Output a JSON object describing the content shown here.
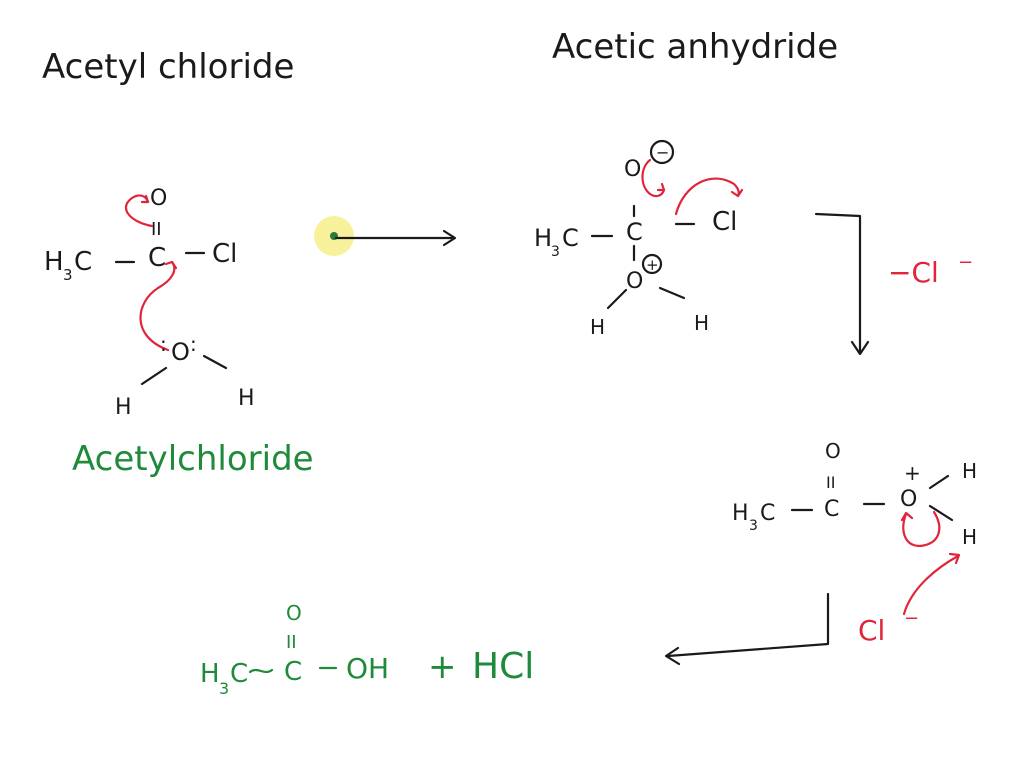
{
  "headings": {
    "left": "Acetyl chloride",
    "right": "Acetic anhydride"
  },
  "reactant": {
    "h3": "H",
    "sub3": "3",
    "c_ch3": "C",
    "carbonyl_c": "C",
    "carbonyl_o": "O",
    "double_bond": "II",
    "cl": "Cl",
    "water_o": "O",
    "water_h_left": "H",
    "water_h_right": "H",
    "lone_pairs": ":",
    "label": "Acetylchloride"
  },
  "intermediate": {
    "h3": "H",
    "sub3": "3",
    "c_ch3": "C",
    "central_c": "C",
    "o_top": "O",
    "o_top_charge": "−",
    "cl": "Cl",
    "o_bottom": "O",
    "o_bottom_charge": "+",
    "h_left": "H",
    "h_right": "H"
  },
  "elimination": {
    "label": "−Cl",
    "superscript": "−"
  },
  "oxonium": {
    "h3": "H",
    "sub3": "3",
    "c_ch3": "C",
    "carbonyl_c": "C",
    "carbonyl_o": "O",
    "double_bond": "II",
    "o_plus": "O",
    "plus": "+",
    "h_top": "H",
    "h_bottom": "H",
    "chloride": "Cl",
    "chloride_charge": "−"
  },
  "product": {
    "h3": "H",
    "sub3": "3",
    "c_ch3": "C",
    "carbonyl_c": "C",
    "carbonyl_o": "O",
    "double_bond": "II",
    "oh": "OH",
    "plus": "+",
    "hcl": "HCl"
  },
  "colors": {
    "ink": "#1a1a1a",
    "red": "#e0243a",
    "green": "#1f8a3a",
    "pointer_highlight": "#f7ef8a"
  }
}
